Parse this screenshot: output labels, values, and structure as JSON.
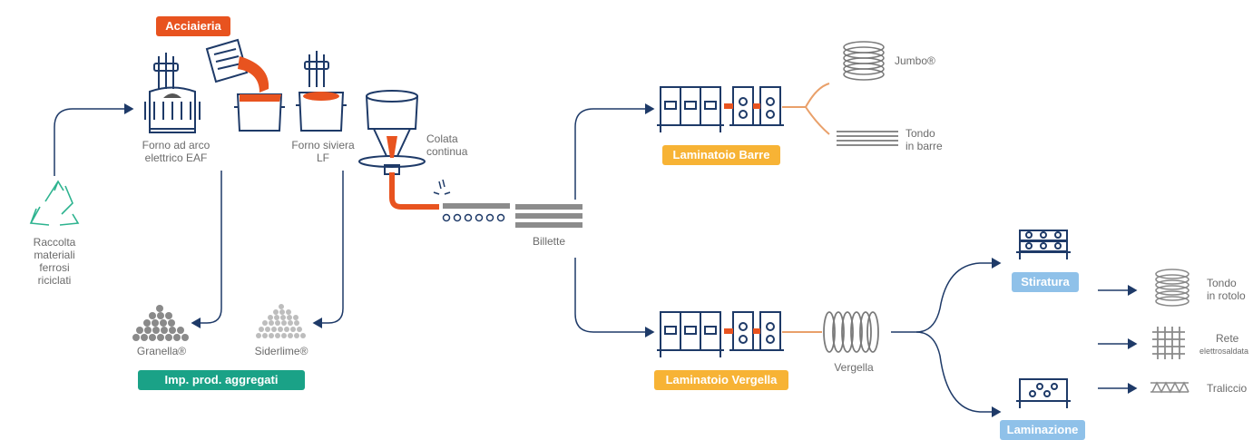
{
  "colors": {
    "navy": "#1e3a68",
    "orange": "#e8531f",
    "gray": "#9a9a9a",
    "green": "#2db38f",
    "yellow": "#f7b335",
    "blue": "#8fc1e9",
    "teal": "#1aa287",
    "pipe": "#e9a06a"
  },
  "badges": {
    "acciaieria": "Acciaieria",
    "laminatoio_barre": "Laminatoio Barre",
    "laminatoio_vergella": "Laminatoio Vergella",
    "stiratura": "Stiratura",
    "laminazione": "Laminazione",
    "imp_aggregati": "Imp. prod. aggregati"
  },
  "labels": {
    "raccolta": "Raccolta\nmateriali ferrosi\nriciclati",
    "forno_eaf": "Forno ad arco\nelettrico EAF",
    "forno_lf": "Forno siviera\nLF",
    "colata": "Colata\ncontinua",
    "billette": "Billette",
    "jumbo": "Jumbo®",
    "tondo_barre": "Tondo\nin barre",
    "vergella": "Vergella",
    "tondo_rotolo": "Tondo\nin rotolo",
    "rete": "Rete",
    "elettrosaldata": "elettrosaldata",
    "traliccio": "Traliccio",
    "granella": "Granella®",
    "siderlime": "Siderlime®"
  }
}
